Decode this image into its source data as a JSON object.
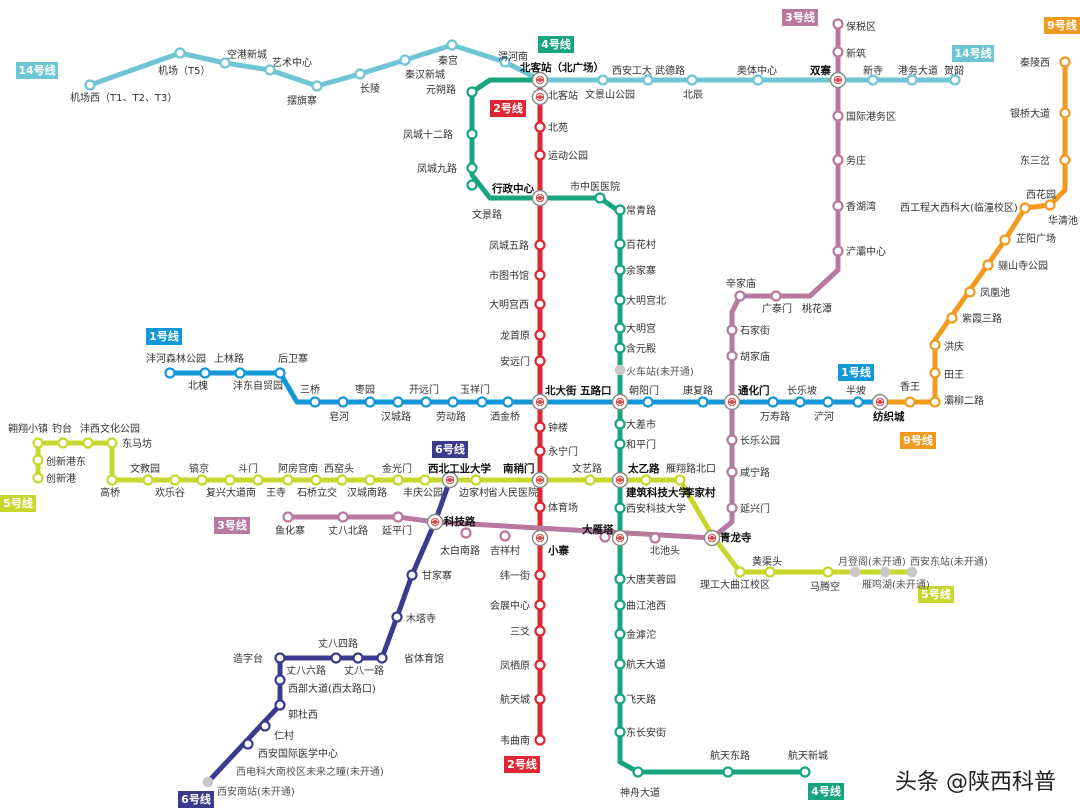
{
  "colors": {
    "line1": "#1297d8",
    "line2": "#e02533",
    "line3": "#b8799f",
    "line4": "#16a57c",
    "line5": "#c6d82c",
    "line6": "#3b3b8d",
    "line9": "#f29a1e",
    "line14": "#6fc5d4",
    "closed": "#c8c8c8"
  },
  "badges": {
    "l14a": "14号线",
    "l14b": "14号线",
    "l4a": "4号线",
    "l4b": "4号线",
    "l2a": "2号线",
    "l2b": "2号线",
    "l3a": "3号线",
    "l3b": "3号线",
    "l9a": "9号线",
    "l9b": "9号线",
    "l1a": "1号线",
    "l1b": "1号线",
    "l6a": "6号线",
    "l6b": "6号线",
    "l5a": "5号线",
    "l5b": "5号线"
  },
  "stations": {
    "jcx": "机场西（T1、T2、T3）",
    "jc": "机场（T5）",
    "kgxc": "空港新城",
    "yszx": "艺术中心",
    "bqz": "摆旗寨",
    "cl": "长陵",
    "qhxc": "秦汉新城",
    "qg": "秦宫",
    "whn": "渭河南",
    "bkz": "北客站（北广场）",
    "xagd": "西安工大",
    "wdl": "武德路",
    "asp": "文景山公园",
    "bc": "北辰",
    "atzx": "奥体中心",
    "sz": "双寨",
    "xs": "新寺",
    "gwdl": "港务大道",
    "hs": "贺韶",
    "bsq": "保税区",
    "xz": "新筑",
    "gjgwq": "国际港务区",
    "wz": "务庄",
    "xhw": "香湖湾",
    "chzx": "浐灞中心",
    "bkz2": "北客站",
    "by": "北苑",
    "ydgy": "运动公园",
    "xzzx": "行政中心",
    "fcwl": "凤城五路",
    "sztsg": "市图书馆",
    "dmgx": "大明宫西",
    "lsy": "龙首原",
    "ayl": "安远门",
    "bdj": "北大街",
    "zl": "钟楼",
    "ynm": "永宁门",
    "nsm": "南稍门",
    "tyc": "体育场",
    "xz2": "小寨",
    "wyj": "纬一街",
    "hzzx": "会展中心",
    "sj": "三爻",
    "fqy": "凤栖原",
    "htc": "航天城",
    "wqn": "韦曲南",
    "yxl": "元朔路",
    "fc12": "凤城十二路",
    "fc9": "凤城九路",
    "wjl": "文景路",
    "szyy": "市中医医院",
    "cql": "常青路",
    "bhc": "百花村",
    "yjz": "余家寨",
    "dmgb": "大明宫北",
    "dmg": "大明宫",
    "hyd": "含元殿",
    "hcz": "火车站(未开通)",
    "wll": "五路口",
    "dcs": "大差市",
    "hpm": "和平门",
    "jzkj": "建筑科技大学",
    "xakj": "西安科技大学",
    "dyt": "大雁塔",
    "dtfry": "大唐芙蓉园",
    "qjcx": "曲江池西",
    "jht": "金滹沱",
    "htdd": "航天大道",
    "ftl": "飞天路",
    "dcaj": "东长安街",
    "szdd": "神舟大道",
    "htdl": "航天东路",
    "htxc": "航天新城",
    "fhslgy": "沣河森林公园",
    "bh": "北槐",
    "slp": "上林路",
    "hdzmy": "沣东自贸园",
    "hwz": "后卫寨",
    "sq": "三桥",
    "ch": "皂河",
    "zy": "枣园",
    "hcl": "汉城路",
    "kym": "开远门",
    "ldl": "劳动路",
    "yxm": "玉祥门",
    "sjq": "洒金桥",
    "cym": "朝阳门",
    "kfl": "康复路",
    "thm": "通化门",
    "wsl": "万寿路",
    "ccp": "长乐坡",
    "ch2": "浐河",
    "bp": "半坡",
    "fzc": "纺织城",
    "xw": "香王",
    "lhh": "灞柳二路",
    "hxxz": "翱翔小镇",
    "dt": "钓台",
    "cxgd": "创新港东",
    "cxg": "创新港",
    "hxwh": "沣西文化公园",
    "dmf": "东马坊",
    "gq": "高桥",
    "wjy": "文教园",
    "hlg": "欢乐谷",
    "gj": "镐京",
    "fxdd": "复兴大道南",
    "dm": "斗门",
    "ws": "王寺",
    "afgm": "阿房宫南",
    "sqlj": "石桥立交",
    "xyt": "西窑头",
    "hcnl": "汉城南路",
    "jgm": "金光门",
    "bqgy": "丰庆公园",
    "xbgd": "西北工业大学",
    "bjc": "边家村",
    "srmyy": "省人民医院",
    "nsm2": "南稍门",
    "wyl": "文艺路",
    "tyl": "太乙路",
    "yxbk": "雁翔路北口",
    "ljc": "李家村",
    "yhz": "鱼化寨",
    "wbl": "丈八北路",
    "ypm": "延平门",
    "kjl": "科技路",
    "tbnl": "太白南路",
    "jxc": "吉祥村",
    "qlj": "青龙寺",
    "bcz": "北池头",
    "lgdq": "理工大曲江校区",
    "hqt": "黄渠头",
    "ydg": "月登阁(未开通)",
    "xadz": "西安东站(未开通)",
    "mtk": "马腾空",
    "yhh": "雁鸣湖(未开通)",
    "gjz": "甘家寨",
    "mts": "木塔寺",
    "stg": "省体育馆",
    "zb4": "丈八四路",
    "zb6": "丈八六路",
    "zb1": "丈八一路",
    "zbt": "造字台",
    "xbdd": "西部大道(西太路口)",
    "gdx": "郭杜西",
    "rc": "仁村",
    "xagj": "西安国际医学中心",
    "xdkd": "西电科大南校区未来之瞳(未开通)",
    "xanz": "西安南站(未开通)",
    "qlm": "秦陵西",
    "yqdd": "银桥大道",
    "dsb": "东三岔",
    "xgyd": "西工程大西科大(临潼校区)",
    "xhy": "西花园",
    "hqc": "华清池",
    "zygc": "芷阳广场",
    "ltsgy": "骊山寺公园",
    "fhc": "凤凰池",
    "zxsl": "紫霞三路",
    "hq": "洪庆",
    "tw": "田王",
    "xjm": "辛家庙",
    "gtm": "广泰门",
    "thd": "桃花潭",
    "sjm": "石家街",
    "hjm": "胡家庙",
    "cly": "长乐公园",
    "xnl": "咸宁路",
    "yxm2": "延兴门"
  },
  "watermark": "头条 @陕西科普"
}
